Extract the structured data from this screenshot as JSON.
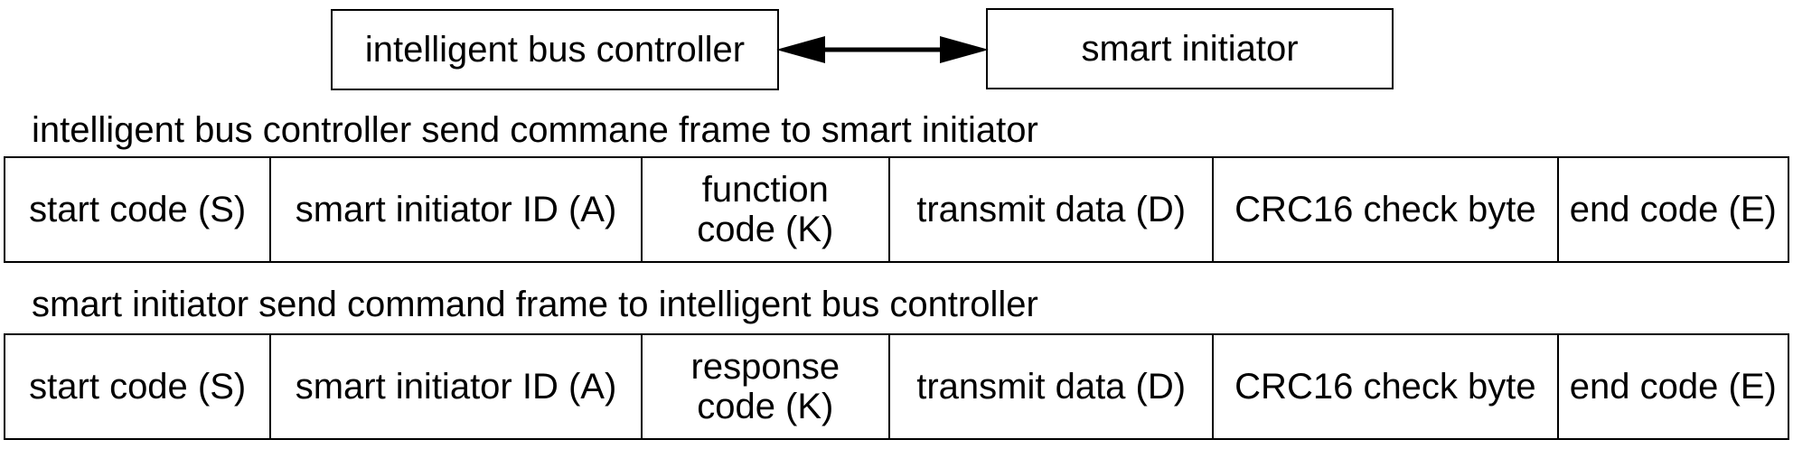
{
  "top": {
    "controller_label": "intelligent bus controller",
    "initiator_label": "smart initiator"
  },
  "frames": [
    {
      "caption": "intelligent bus controller send commane frame to smart initiator",
      "fields": [
        {
          "line1": "start code (S)"
        },
        {
          "line1": "smart initiator ID (A)"
        },
        {
          "line1": "function",
          "line2": "code (K)"
        },
        {
          "line1": "transmit data (D)"
        },
        {
          "line1": "CRC16 check byte"
        },
        {
          "line1": "end code (E)"
        }
      ]
    },
    {
      "caption": "smart initiator send command frame to intelligent bus controller",
      "fields": [
        {
          "line1": "start code (S)"
        },
        {
          "line1": "smart initiator ID (A)"
        },
        {
          "line1": "response",
          "line2": "code (K)"
        },
        {
          "line1": "transmit data (D)"
        },
        {
          "line1": "CRC16 check byte"
        },
        {
          "line1": "end code (E)"
        }
      ]
    }
  ]
}
